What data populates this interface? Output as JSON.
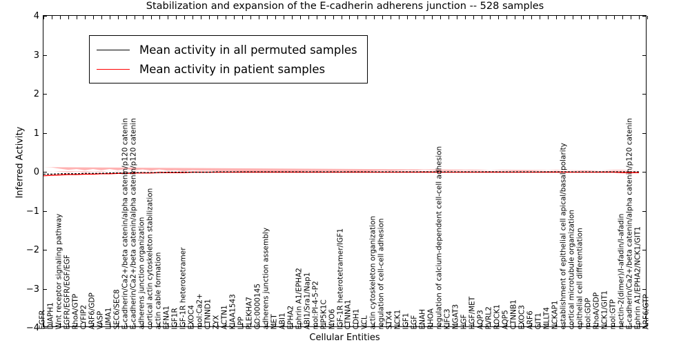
{
  "chart_data": {
    "type": "line",
    "title": "Stabilization and expansion of the E-cadherin adherens junction -- 528 samples",
    "xlabel": "Cellular Entities",
    "ylabel": "Inferred Activity",
    "ylim": [
      -4,
      4
    ],
    "yticks": [
      4,
      3,
      2,
      1,
      0,
      -1,
      -2,
      -3,
      -4
    ],
    "grid": false,
    "legend_position": "upper left",
    "legend": [
      {
        "label": "Mean activity in all permuted samples",
        "color": "#000000"
      },
      {
        "label": "Mean activity in patient samples",
        "color": "#ff0000"
      }
    ],
    "categories": [
      "EGFR",
      "DIAPH1",
      "Wnt receptor signaling pathway",
      "EGFR/EGFR/EGF/EGF",
      "RhoA/GTP",
      "CYFIP2",
      "ARF6/GDP",
      "VASP",
      "LIMA1",
      "SEC6/SEC8",
      "E-cadherin/Ca2+/beta catenin/alpha catenin/p120 catenin",
      "E-cadherin/Ca2+/beta catenin/alpha catenin/p120 catenin",
      "adherens junction organization",
      "cortical actin cytoskeleton stabilization",
      "actin cable formation",
      "EFNA1",
      "IGF1R",
      "IGF-1R heterotetramer",
      "EXOC4",
      "mol:Ca2+",
      "CTNND1",
      "ZYX",
      "ACTN1",
      "KIAA1543",
      "LPP",
      "PLEKHA7",
      "GO:0000145",
      "adherens junction assembly",
      "MET",
      "ABI1",
      "EPHA2",
      "Ephrin A1/EPHA2",
      "ABI1/Sra1/Nap1",
      "mol:PI-4-5-P2",
      "PIP5K1C",
      "MYO6",
      "IGF-1R heterotetramer/IGF1",
      "CTNNA1",
      "CDH1",
      "VCL",
      "actin cytoskeleton organization",
      "regulation of cell-cell adhesion",
      "STX4",
      "NCK1",
      "IGF1",
      "EGF",
      "ENAH",
      "RHOA",
      "regulation of calcium-dependent cell-cell adhesion",
      "KIFC3",
      "MGAT3",
      "HGF",
      "HGF/MET",
      "AQP3",
      "PVRL2",
      "ROCK1",
      "AQP5",
      "CTNNB1",
      "EXOC3",
      "ARF6",
      "GIT1",
      "MLLT4",
      "NCKAP1",
      "establishment of epithelial cell apical/basal polarity",
      "cortical microtubule organization",
      "epithelial cell differentiation",
      "mol:GDP",
      "RhoA/GDP",
      "NCK1/GIT1",
      "mol:GTP",
      "nectin-2(dimer)/l-afadin/l-afadin",
      "E-cadherin/Ca2+/beta catenin/alpha catenin/p120 catenin",
      "Ephrin A1/EPHA2/NCK1/GIT1",
      "ARF6/GTP"
    ],
    "series": [
      {
        "name": "Mean activity in all permuted samples",
        "color": "#000000",
        "values": [
          -0.06,
          -0.06,
          -0.05,
          -0.05,
          -0.05,
          -0.04,
          -0.04,
          -0.04,
          -0.03,
          -0.03,
          -0.03,
          -0.02,
          -0.02,
          -0.02,
          -0.02,
          -0.01,
          -0.01,
          -0.01,
          -0.01,
          -0.01,
          -0.01,
          0.0,
          0.0,
          0.0,
          0.0,
          0.0,
          0.0,
          0.0,
          0.0,
          0.0,
          0.0,
          0.0,
          0.0,
          0.0,
          0.0,
          0.0,
          0.0,
          0.0,
          0.0,
          0.0,
          0.0,
          0.0,
          0.0,
          0.0,
          0.0,
          0.0,
          0.0,
          0.0,
          0.0,
          0.0,
          0.0,
          0.0,
          0.0,
          0.0,
          0.0,
          0.0,
          0.0,
          0.0,
          0.0,
          0.0,
          0.0,
          0.0,
          0.0,
          0.0,
          0.0,
          0.0,
          0.0,
          0.0,
          0.0,
          0.0,
          0.0,
          0.0,
          0.0
        ]
      },
      {
        "name": "Mean activity in patient samples",
        "color": "#ff0000",
        "values": [
          -0.1,
          -0.09,
          -0.08,
          -0.07,
          -0.07,
          -0.06,
          -0.06,
          -0.05,
          -0.05,
          -0.04,
          -0.04,
          -0.03,
          -0.03,
          -0.03,
          -0.02,
          -0.02,
          -0.02,
          -0.02,
          -0.01,
          -0.01,
          -0.01,
          -0.01,
          -0.01,
          -0.01,
          -0.01,
          -0.01,
          -0.01,
          -0.01,
          -0.01,
          -0.01,
          -0.01,
          -0.01,
          -0.01,
          -0.01,
          -0.01,
          -0.01,
          -0.01,
          -0.01,
          -0.01,
          -0.01,
          -0.01,
          -0.01,
          -0.01,
          -0.01,
          -0.01,
          -0.01,
          -0.01,
          -0.01,
          -0.01,
          -0.01,
          -0.01,
          -0.01,
          -0.01,
          -0.01,
          -0.01,
          -0.01,
          -0.01,
          -0.01,
          -0.01,
          -0.01,
          -0.01,
          -0.01,
          -0.01,
          -0.01,
          -0.01,
          -0.01,
          -0.01,
          -0.01,
          -0.01,
          -0.01,
          -0.02,
          -0.02,
          -0.02
        ],
        "band_half_width": [
          0.22,
          0.2,
          0.16,
          0.12,
          0.14,
          0.1,
          0.13,
          0.09,
          0.12,
          0.08,
          0.11,
          0.07,
          0.09,
          0.06,
          0.08,
          0.05,
          0.06,
          0.04,
          0.05,
          0.04,
          0.04,
          0.03,
          0.03,
          0.03,
          0.02,
          0.02,
          0.02,
          0.02,
          0.02,
          0.02,
          0.02,
          0.02,
          0.03,
          0.02,
          0.03,
          0.02,
          0.03,
          0.02,
          0.02,
          0.02,
          0.03,
          0.04,
          0.03,
          0.04,
          0.05,
          0.04,
          0.06,
          0.05,
          0.04,
          0.03,
          0.04,
          0.05,
          0.04,
          0.05,
          0.06,
          0.05,
          0.04,
          0.03,
          0.03,
          0.03,
          0.04,
          0.05,
          0.06,
          0.05,
          0.04,
          0.03,
          0.03,
          0.04,
          0.05,
          0.06,
          0.07,
          0.06,
          0.05
        ]
      }
    ]
  }
}
